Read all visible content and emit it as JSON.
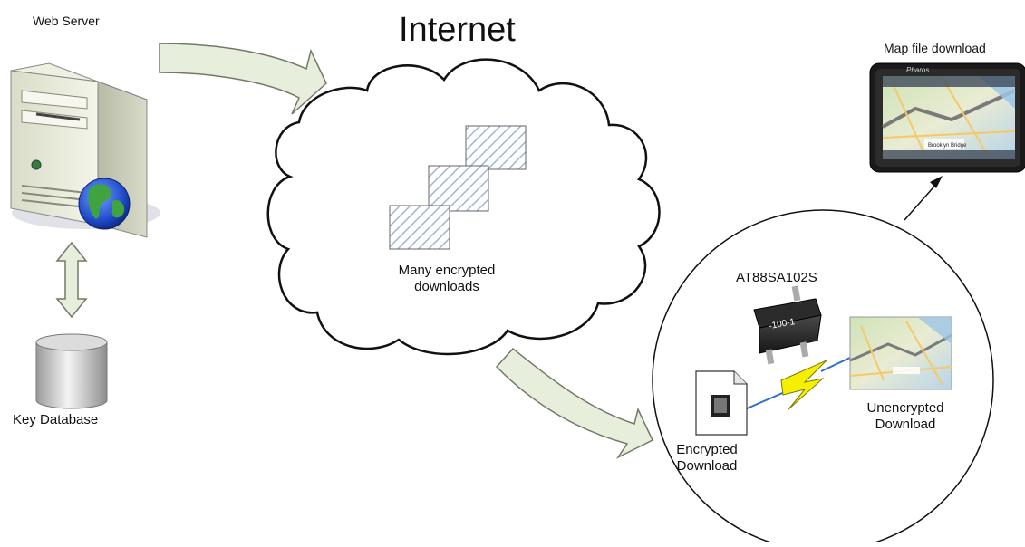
{
  "labels": {
    "web_server": "Web Server",
    "internet": "Internet",
    "key_database": "Key Database",
    "many_encrypted_line1": "Many encrypted",
    "many_encrypted_line2": "downloads",
    "chip_name": "AT88SA102S",
    "chip_marking": "-100-1",
    "encrypted_line1": "Encrypted",
    "encrypted_line2": "Download",
    "unencrypted_line1": "Unencrypted",
    "unencrypted_line2": "Download",
    "map_file_download": "Map file download",
    "gps_brand": "Pharos",
    "map_caption": "Brooklyn Bridge"
  },
  "colors": {
    "arrow_fill": "#e8eedc",
    "arrow_stroke": "#6f7a66",
    "hatch": "#9fb6d2",
    "bolt": "#f6f000"
  }
}
